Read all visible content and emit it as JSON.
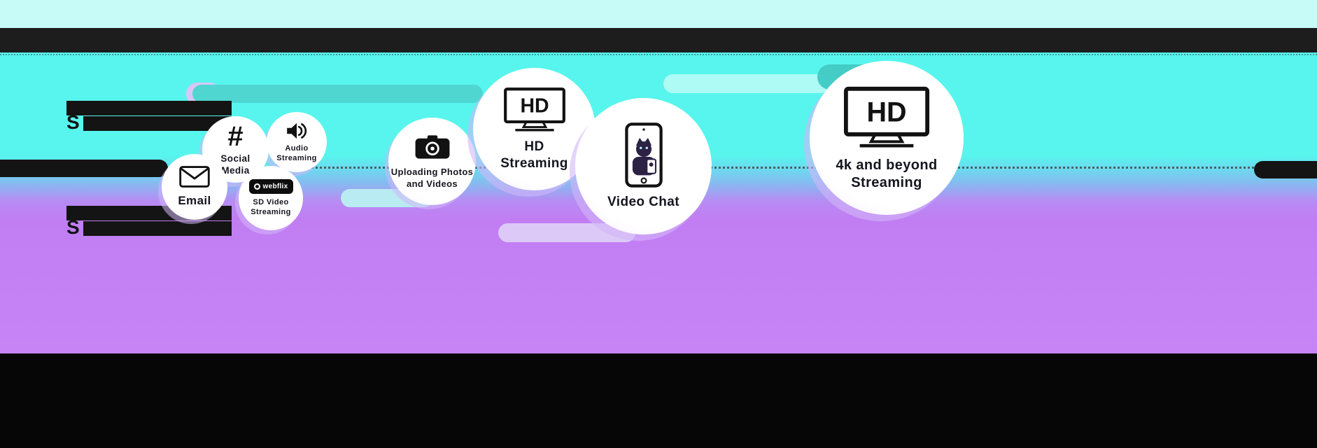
{
  "colors": {
    "cyan_background": "#57f5ed",
    "purple_background": "#c17ef3",
    "top_strip": "#c6fbf7",
    "redaction_black": "#141414",
    "pill_teal": "#4fd6d0",
    "pill_light_cyan": "#aefaf5",
    "pill_lavender": "#dcc9f7"
  },
  "redacted_text": {
    "row1_visible": "S",
    "row2_visible": "S"
  },
  "bubbles": [
    {
      "label": "Email",
      "icon": "envelope-icon"
    },
    {
      "label": "Social Media",
      "icon": "hashtag-icon",
      "glyph": "#"
    },
    {
      "label": "Audio Streaming",
      "icon": "speaker-icon"
    },
    {
      "label": "SD Video Streaming",
      "icon": "webflix-badge",
      "badge_text": "webflix"
    },
    {
      "label": "Uploading Photos and Videos",
      "icon": "camera-icon"
    },
    {
      "label": "HD Streaming",
      "icon": "tv-hd-icon",
      "screen_text": "HD"
    },
    {
      "label": "Video Chat",
      "icon": "phone-cat-icon"
    },
    {
      "label": "4k and beyond Streaming",
      "icon": "tv-hd-icon",
      "screen_text": "HD"
    }
  ]
}
